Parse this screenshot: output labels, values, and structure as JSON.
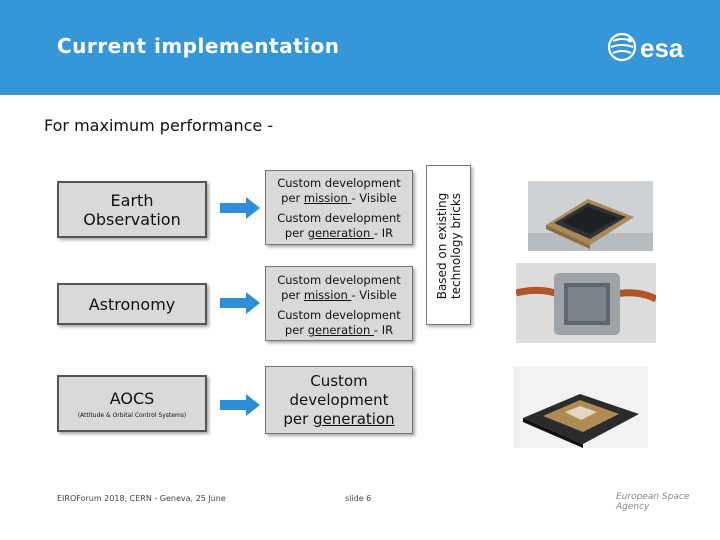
{
  "header": {
    "title": "Current implementation",
    "logo_text": "esa",
    "logo_icon": "esa-logo-icon"
  },
  "subtitle": "For maximum performance -",
  "categories": [
    {
      "label": "Earth\nObservation",
      "sub": ""
    },
    {
      "label": "Astronomy",
      "sub": ""
    },
    {
      "label": "AOCS",
      "sub": "(Attitude & Orbital Control Systems)"
    }
  ],
  "developments": {
    "earth": [
      {
        "prefix": "per ",
        "link": "mission ",
        "suffix": "- Visible",
        "lead": "Custom development"
      },
      {
        "prefix": "per ",
        "link": "generation ",
        "suffix": "- IR",
        "lead": "Custom development"
      }
    ],
    "astronomy": [
      {
        "prefix": "per ",
        "link": "mission ",
        "suffix": "- Visible",
        "lead": "Custom development"
      },
      {
        "prefix": "per ",
        "link": "generation ",
        "suffix": "- IR",
        "lead": "Custom development"
      }
    ],
    "aocs": {
      "line1": "Custom",
      "line2": "development",
      "prefix": "per ",
      "link": "generation"
    }
  },
  "vertical_note": "Based on existing\ntechnology bricks",
  "footer": {
    "left": "EIROForum 2018, CERN - Geneva, 25 June",
    "center": "slide 6",
    "right": "European Space Agency"
  },
  "colors": {
    "header": "#3596d8",
    "arrow": "#2e8fd6",
    "box": "#d9d9d9"
  }
}
